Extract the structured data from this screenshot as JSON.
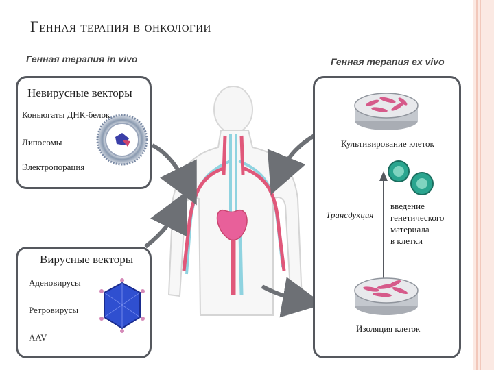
{
  "slide": {
    "title": "Генная терапия в онкологии"
  },
  "in_vivo": {
    "heading": "Генная терапия in vivo",
    "nonviral": {
      "title": "Невирусные векторы",
      "items": [
        "Коньюгаты ДНК-белок",
        "Липосомы",
        "Электропорация"
      ]
    },
    "viral": {
      "title": "Вирусные векторы",
      "items": [
        "Аденовирусы",
        "Ретровирусы",
        "AAV"
      ]
    }
  },
  "ex_vivo": {
    "heading": "Генная терапия ex vivo",
    "cultivation": "Культивирование клеток",
    "transduction": "Трансдукция",
    "introduction_lines": [
      "введение",
      "генетического",
      "материала",
      "в клетки"
    ],
    "isolation": "Изоляция клеток"
  },
  "colors": {
    "box_border": "#55585e",
    "artery": "#e0587a",
    "vein": "#8fd3e0",
    "heart": "#e8609a",
    "virus_blue": "#2f4fd0",
    "dish_cells": "#d65a8a"
  }
}
